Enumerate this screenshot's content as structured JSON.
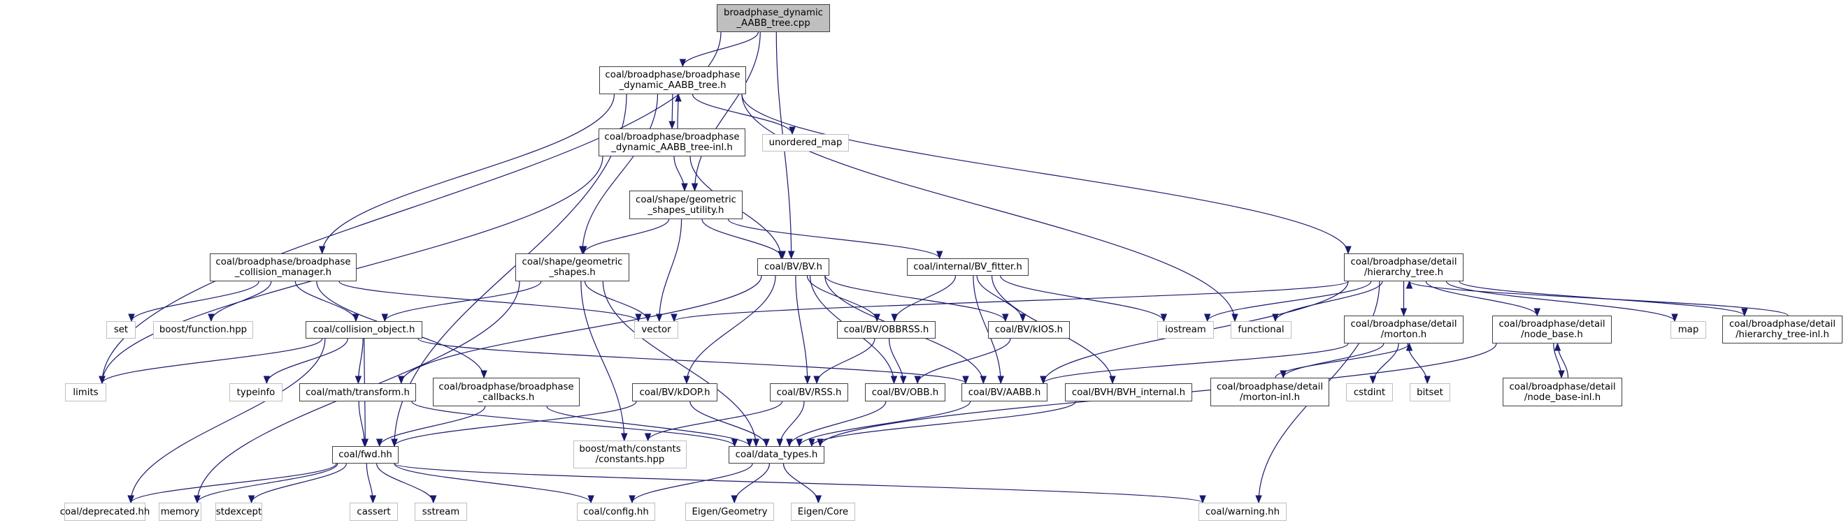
{
  "graph": {
    "title": "broadphase_dynamic_AABB_tree.cpp include dependency graph",
    "colors": {
      "edge": "#191970",
      "root_fill": "#bfbfbf",
      "project_border": "#404040",
      "system_border": "#bfbfbf"
    },
    "nodes": [
      {
        "id": "root",
        "label": "broadphase_dynamic\n_AABB_tree.cpp",
        "kind": "root"
      },
      {
        "id": "tree_h",
        "label": "coal/broadphase/broadphase\n_dynamic_AABB_tree.h",
        "kind": "project"
      },
      {
        "id": "tree_inl",
        "label": "coal/broadphase/broadphase\n_dynamic_AABB_tree-inl.h",
        "kind": "project"
      },
      {
        "id": "unordered_map",
        "label": "unordered_map",
        "kind": "system"
      },
      {
        "id": "shapes_utility",
        "label": "coal/shape/geometric\n_shapes_utility.h",
        "kind": "project"
      },
      {
        "id": "collision_manager",
        "label": "coal/broadphase/broadphase\n_collision_manager.h",
        "kind": "project"
      },
      {
        "id": "geometric_shapes",
        "label": "coal/shape/geometric\n_shapes.h",
        "kind": "project"
      },
      {
        "id": "bv_h",
        "label": "coal/BV/BV.h",
        "kind": "project"
      },
      {
        "id": "bv_fitter",
        "label": "coal/internal/BV_fitter.h",
        "kind": "project"
      },
      {
        "id": "hierarchy_tree",
        "label": "coal/broadphase/detail\n/hierarchy_tree.h",
        "kind": "project"
      },
      {
        "id": "set",
        "label": "set",
        "kind": "system"
      },
      {
        "id": "boost_function",
        "label": "boost/function.hpp",
        "kind": "system"
      },
      {
        "id": "collision_object",
        "label": "coal/collision_object.h",
        "kind": "project"
      },
      {
        "id": "vector",
        "label": "vector",
        "kind": "system"
      },
      {
        "id": "obbrss",
        "label": "coal/BV/OBBRSS.h",
        "kind": "project"
      },
      {
        "id": "kios",
        "label": "coal/BV/kIOS.h",
        "kind": "project"
      },
      {
        "id": "iostream",
        "label": "iostream",
        "kind": "system"
      },
      {
        "id": "functional",
        "label": "functional",
        "kind": "system"
      },
      {
        "id": "morton",
        "label": "coal/broadphase/detail\n/morton.h",
        "kind": "project"
      },
      {
        "id": "node_base",
        "label": "coal/broadphase/detail\n/node_base.h",
        "kind": "project"
      },
      {
        "id": "map",
        "label": "map",
        "kind": "system"
      },
      {
        "id": "hierarchy_tree_inl",
        "label": "coal/broadphase/detail\n/hierarchy_tree-inl.h",
        "kind": "project"
      },
      {
        "id": "limits",
        "label": "limits",
        "kind": "system"
      },
      {
        "id": "typeinfo",
        "label": "typeinfo",
        "kind": "system"
      },
      {
        "id": "transform",
        "label": "coal/math/transform.h",
        "kind": "project"
      },
      {
        "id": "callbacks",
        "label": "coal/broadphase/broadphase\n_callbacks.h",
        "kind": "project"
      },
      {
        "id": "kdop",
        "label": "coal/BV/kDOP.h",
        "kind": "project"
      },
      {
        "id": "rss",
        "label": "coal/BV/RSS.h",
        "kind": "project"
      },
      {
        "id": "obb",
        "label": "coal/BV/OBB.h",
        "kind": "project"
      },
      {
        "id": "aabb",
        "label": "coal/BV/AABB.h",
        "kind": "project"
      },
      {
        "id": "bvh_internal",
        "label": "coal/BVH/BVH_internal.h",
        "kind": "project"
      },
      {
        "id": "morton_inl",
        "label": "coal/broadphase/detail\n/morton-inl.h",
        "kind": "project"
      },
      {
        "id": "cstdint",
        "label": "cstdint",
        "kind": "system"
      },
      {
        "id": "bitset",
        "label": "bitset",
        "kind": "system"
      },
      {
        "id": "node_base_inl",
        "label": "coal/broadphase/detail\n/node_base-inl.h",
        "kind": "project"
      },
      {
        "id": "fwd",
        "label": "coal/fwd.hh",
        "kind": "project"
      },
      {
        "id": "constants",
        "label": "boost/math/constants\n/constants.hpp",
        "kind": "system"
      },
      {
        "id": "data_types",
        "label": "coal/data_types.h",
        "kind": "project"
      },
      {
        "id": "deprecated",
        "label": "coal/deprecated.hh",
        "kind": "system"
      },
      {
        "id": "memory",
        "label": "memory",
        "kind": "system"
      },
      {
        "id": "stdexcept",
        "label": "stdexcept",
        "kind": "system"
      },
      {
        "id": "cassert",
        "label": "cassert",
        "kind": "system"
      },
      {
        "id": "sstream",
        "label": "sstream",
        "kind": "system"
      },
      {
        "id": "config",
        "label": "coal/config.hh",
        "kind": "system"
      },
      {
        "id": "eigen_geometry",
        "label": "Eigen/Geometry",
        "kind": "system"
      },
      {
        "id": "eigen_core",
        "label": "Eigen/Core",
        "kind": "system"
      },
      {
        "id": "warning",
        "label": "coal/warning.hh",
        "kind": "system"
      }
    ],
    "edges": [
      [
        "root",
        "limits"
      ],
      [
        "root",
        "tree_h"
      ],
      [
        "root",
        "shapes_utility"
      ],
      [
        "root",
        "bv_h"
      ],
      [
        "tree_h",
        "fwd"
      ],
      [
        "tree_h",
        "collision_manager"
      ],
      [
        "tree_h",
        "geometric_shapes"
      ],
      [
        "tree_h",
        "tree_inl"
      ],
      [
        "tree_h",
        "unordered_map"
      ],
      [
        "tree_h",
        "functional"
      ],
      [
        "tree_h",
        "hierarchy_tree"
      ],
      [
        "tree_inl",
        "tree_h"
      ],
      [
        "tree_inl",
        "limits"
      ],
      [
        "tree_inl",
        "shapes_utility"
      ],
      [
        "tree_inl",
        "bv_h"
      ],
      [
        "shapes_utility",
        "geometric_shapes"
      ],
      [
        "shapes_utility",
        "vector"
      ],
      [
        "shapes_utility",
        "bv_h"
      ],
      [
        "shapes_utility",
        "bv_fitter"
      ],
      [
        "collision_manager",
        "set"
      ],
      [
        "collision_manager",
        "boost_function"
      ],
      [
        "collision_manager",
        "collision_object"
      ],
      [
        "collision_manager",
        "vector"
      ],
      [
        "collision_manager",
        "callbacks"
      ],
      [
        "geometric_shapes",
        "collision_object"
      ],
      [
        "geometric_shapes",
        "vector"
      ],
      [
        "geometric_shapes",
        "constants"
      ],
      [
        "geometric_shapes",
        "data_types"
      ],
      [
        "geometric_shapes",
        "memory"
      ],
      [
        "collision_object",
        "limits"
      ],
      [
        "collision_object",
        "typeinfo"
      ],
      [
        "collision_object",
        "transform"
      ],
      [
        "collision_object",
        "fwd"
      ],
      [
        "collision_object",
        "deprecated"
      ],
      [
        "collision_object",
        "aabb"
      ],
      [
        "bv_h",
        "transform"
      ],
      [
        "bv_h",
        "kdop"
      ],
      [
        "bv_h",
        "rss"
      ],
      [
        "bv_h",
        "obb"
      ],
      [
        "bv_h",
        "obbrss"
      ],
      [
        "bv_h",
        "kios"
      ],
      [
        "bv_h",
        "aabb"
      ],
      [
        "bv_fitter",
        "obbrss"
      ],
      [
        "bv_fitter",
        "kios"
      ],
      [
        "bv_fitter",
        "aabb"
      ],
      [
        "bv_fitter",
        "bvh_internal"
      ],
      [
        "bv_fitter",
        "iostream"
      ],
      [
        "hierarchy_tree",
        "vector"
      ],
      [
        "hierarchy_tree",
        "iostream"
      ],
      [
        "hierarchy_tree",
        "functional"
      ],
      [
        "hierarchy_tree",
        "aabb"
      ],
      [
        "hierarchy_tree",
        "morton"
      ],
      [
        "hierarchy_tree",
        "node_base"
      ],
      [
        "hierarchy_tree",
        "map"
      ],
      [
        "hierarchy_tree",
        "hierarchy_tree_inl"
      ],
      [
        "hierarchy_tree",
        "warning"
      ],
      [
        "hierarchy_tree_inl",
        "hierarchy_tree"
      ],
      [
        "morton",
        "aabb"
      ],
      [
        "morton",
        "morton_inl"
      ],
      [
        "morton",
        "cstdint"
      ],
      [
        "morton",
        "bitset"
      ],
      [
        "morton_inl",
        "morton"
      ],
      [
        "node_base",
        "node_base_inl"
      ],
      [
        "node_base",
        "data_types"
      ],
      [
        "node_base_inl",
        "node_base"
      ],
      [
        "obbrss",
        "rss"
      ],
      [
        "obbrss",
        "obb"
      ],
      [
        "kios",
        "obb"
      ],
      [
        "transform",
        "fwd"
      ],
      [
        "transform",
        "data_types"
      ],
      [
        "callbacks",
        "fwd"
      ],
      [
        "callbacks",
        "data_types"
      ],
      [
        "kdop",
        "fwd"
      ],
      [
        "kdop",
        "data_types"
      ],
      [
        "rss",
        "constants"
      ],
      [
        "rss",
        "data_types"
      ],
      [
        "obb",
        "data_types"
      ],
      [
        "aabb",
        "data_types"
      ],
      [
        "bvh_internal",
        "data_types"
      ],
      [
        "fwd",
        "deprecated"
      ],
      [
        "fwd",
        "memory"
      ],
      [
        "fwd",
        "stdexcept"
      ],
      [
        "fwd",
        "cassert"
      ],
      [
        "fwd",
        "sstream"
      ],
      [
        "fwd",
        "config"
      ],
      [
        "fwd",
        "warning"
      ],
      [
        "data_types",
        "config"
      ],
      [
        "data_types",
        "eigen_geometry"
      ],
      [
        "data_types",
        "eigen_core"
      ]
    ]
  }
}
